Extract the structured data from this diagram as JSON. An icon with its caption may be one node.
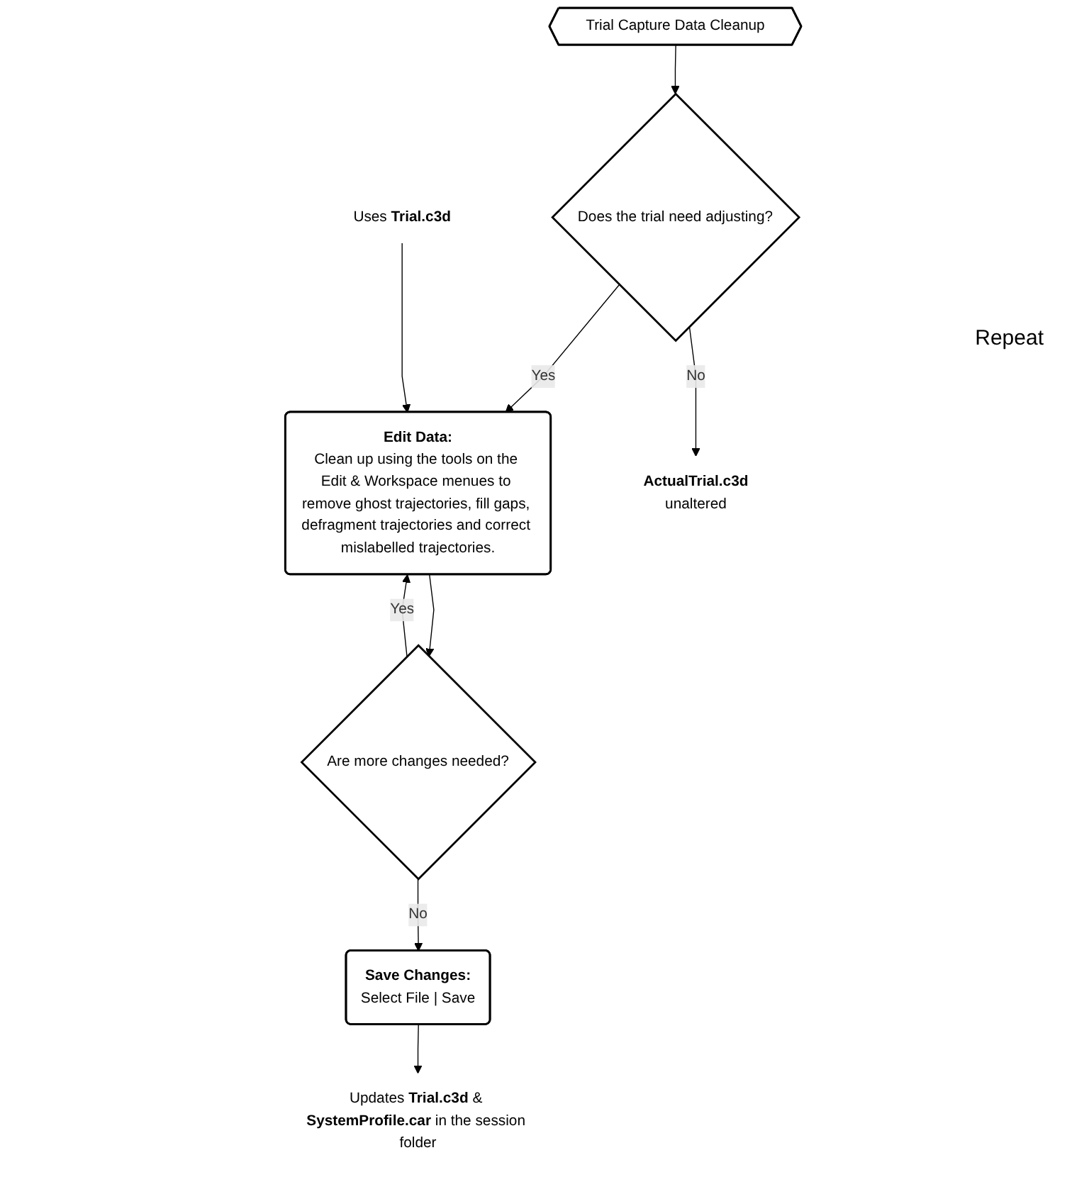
{
  "diagram": {
    "nodes": [
      {
        "text": [
          "Trial Capture Data Cleanup"
        ]
      },
      {
        "text": [
          "Does the trial need adjusting?"
        ]
      },
      {
        "text": [
          "Uses **Trial.c3d**"
        ]
      },
      {
        "text": [
          "Edit Data:",
          "Clean up using the tools on the Edit & Workspace menues to remove ghost trajectories, fill gaps, defragment trajectories and correct mislabelled trajectories."
        ]
      },
      {
        "text": [
          "Are more changes needed?"
        ]
      },
      {
        "text": [
          "Save Changes:",
          "Select File | Save"
        ]
      },
      {
        "text": [
          "ActualTrial.c3d",
          "unaltered"
        ]
      },
      {
        "text": [
          "Updates **Trial.c3d** & **SystemProfile.car** in the session folder"
        ]
      }
    ],
    "edges": [
      {
        "from": 0,
        "to": 1,
        "arrow": "to"
      },
      {
        "from": 1,
        "to": 3,
        "arrow": "to",
        "label": "Yes"
      },
      {
        "from": 1,
        "to": 6,
        "arrow": "to",
        "label": "No"
      },
      {
        "from": 2,
        "to": 3,
        "arrow": "to"
      },
      {
        "from": 3,
        "to": 4,
        "arrow": "to"
      },
      {
        "from": 4,
        "to": 3,
        "arrow": "to",
        "label": "Yes"
      },
      {
        "from": 4,
        "to": 5,
        "arrow": "to",
        "label": "No"
      },
      {
        "from": 5,
        "to": 7,
        "arrow": "to"
      }
    ],
    "labels": [
      "Repeat"
    ]
  }
}
